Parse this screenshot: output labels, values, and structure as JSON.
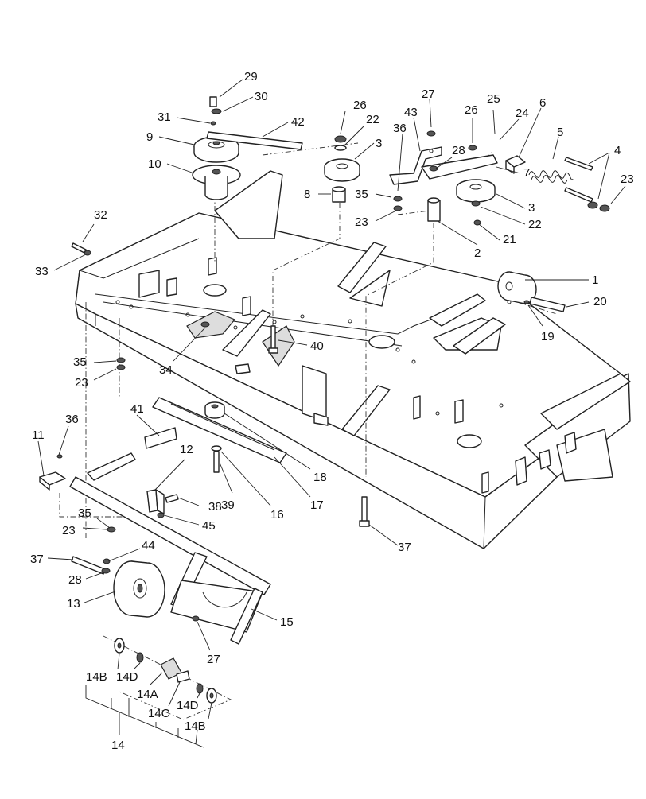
{
  "callouts": [
    {
      "id": "c29",
      "label": "29"
    },
    {
      "id": "c30",
      "label": "30"
    },
    {
      "id": "c31",
      "label": "31"
    },
    {
      "id": "c42",
      "label": "42"
    },
    {
      "id": "c9",
      "label": "9"
    },
    {
      "id": "c10",
      "label": "10"
    },
    {
      "id": "c32",
      "label": "32"
    },
    {
      "id": "c33",
      "label": "33"
    },
    {
      "id": "c26a",
      "label": "26"
    },
    {
      "id": "c22a",
      "label": "22"
    },
    {
      "id": "c3a",
      "label": "3"
    },
    {
      "id": "c8",
      "label": "8"
    },
    {
      "id": "c35a",
      "label": "35"
    },
    {
      "id": "c23a",
      "label": "23"
    },
    {
      "id": "c27a",
      "label": "27"
    },
    {
      "id": "c43",
      "label": "43"
    },
    {
      "id": "c36a",
      "label": "36"
    },
    {
      "id": "c26b",
      "label": "26"
    },
    {
      "id": "c25",
      "label": "25"
    },
    {
      "id": "c24",
      "label": "24"
    },
    {
      "id": "c6",
      "label": "6"
    },
    {
      "id": "c28a",
      "label": "28"
    },
    {
      "id": "c7",
      "label": "7"
    },
    {
      "id": "c5",
      "label": "5"
    },
    {
      "id": "c4",
      "label": "4"
    },
    {
      "id": "c23b",
      "label": "23"
    },
    {
      "id": "c3b",
      "label": "3"
    },
    {
      "id": "c22b",
      "label": "22"
    },
    {
      "id": "c21",
      "label": "21"
    },
    {
      "id": "c2",
      "label": "2"
    },
    {
      "id": "c1",
      "label": "1"
    },
    {
      "id": "c20",
      "label": "20"
    },
    {
      "id": "c19",
      "label": "19"
    },
    {
      "id": "c40",
      "label": "40"
    },
    {
      "id": "c34",
      "label": "34"
    },
    {
      "id": "c35b",
      "label": "35"
    },
    {
      "id": "c23c",
      "label": "23"
    },
    {
      "id": "c41",
      "label": "41"
    },
    {
      "id": "c18",
      "label": "18"
    },
    {
      "id": "c17",
      "label": "17"
    },
    {
      "id": "c16",
      "label": "16"
    },
    {
      "id": "c39",
      "label": "39"
    },
    {
      "id": "c11",
      "label": "11"
    },
    {
      "id": "c36b",
      "label": "36"
    },
    {
      "id": "c12",
      "label": "12"
    },
    {
      "id": "c38",
      "label": "38"
    },
    {
      "id": "c45",
      "label": "45"
    },
    {
      "id": "c35c",
      "label": "35"
    },
    {
      "id": "c23d",
      "label": "23"
    },
    {
      "id": "c37a",
      "label": "37"
    },
    {
      "id": "c44",
      "label": "44"
    },
    {
      "id": "c28b",
      "label": "28"
    },
    {
      "id": "c13",
      "label": "13"
    },
    {
      "id": "c15",
      "label": "15"
    },
    {
      "id": "c27b",
      "label": "27"
    },
    {
      "id": "c37b",
      "label": "37"
    },
    {
      "id": "c14B1",
      "label": "14B"
    },
    {
      "id": "c14D1",
      "label": "14D"
    },
    {
      "id": "c14A",
      "label": "14A"
    },
    {
      "id": "c14C",
      "label": "14C"
    },
    {
      "id": "c14D2",
      "label": "14D"
    },
    {
      "id": "c14B2",
      "label": "14B"
    },
    {
      "id": "c14",
      "label": "14"
    }
  ]
}
